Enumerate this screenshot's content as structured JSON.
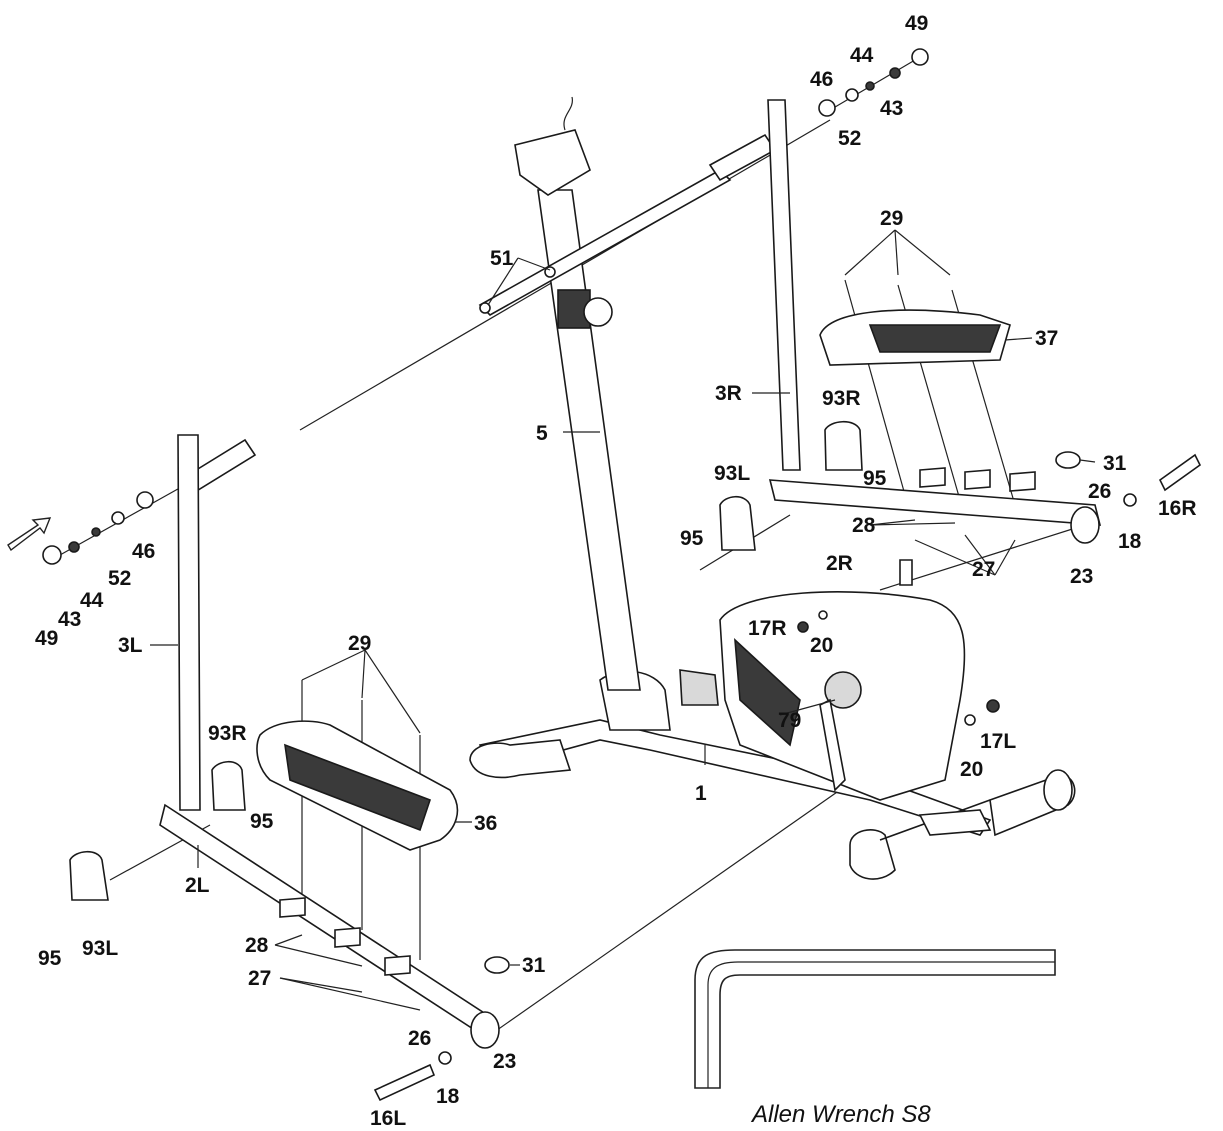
{
  "labels": {
    "l49a": "49",
    "l44a": "44",
    "l46a": "46",
    "l43a": "43",
    "l52a": "52",
    "l51": "51",
    "l29r": "29",
    "l37": "37",
    "l3r": "3R",
    "l93rr": "93R",
    "l5": "5",
    "l93lr": "93L",
    "l95r": "95",
    "l31r": "31",
    "l26r": "26",
    "l16r": "16R",
    "l28r": "28",
    "l18r": "18",
    "l95r2": "95",
    "l2r": "2R",
    "l27r": "27",
    "l23r": "23",
    "l46b": "46",
    "l52b": "52",
    "l44b": "44",
    "l43b": "43",
    "l49b": "49",
    "l3l": "3L",
    "l17r": "17R",
    "l20a": "20",
    "l29l": "29",
    "l79": "79",
    "l17l": "17L",
    "l20b": "20",
    "l93rl": "93R",
    "l95l": "95",
    "l1": "1",
    "l36": "36",
    "l2l": "2L",
    "l95l2": "95",
    "l93ll": "93L",
    "l28l": "28",
    "l31l": "31",
    "l27l": "27",
    "l26l": "26",
    "l23l": "23",
    "l18l": "18",
    "l16l": "16L"
  },
  "caption": "Allen Wrench S8"
}
